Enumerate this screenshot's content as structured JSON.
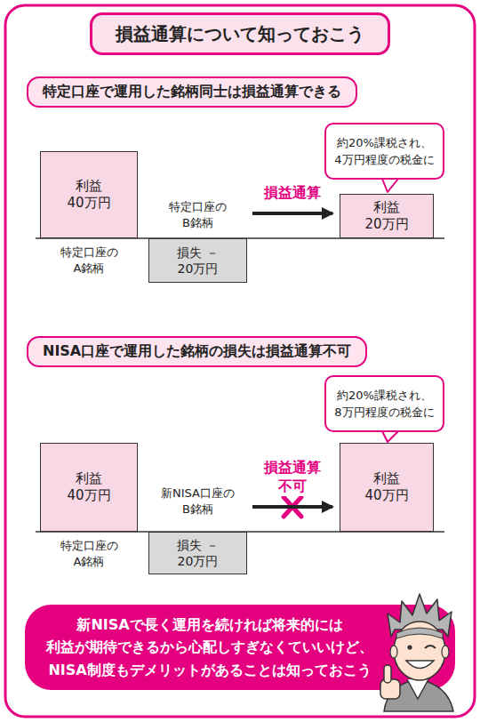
{
  "diagram": {
    "title": "損益通算について知っておこう",
    "nodes": [
      {
        "text": [
          "特定口座で運用した銘柄同士は損益通算できる"
        ]
      },
      {
        "text": [
          "約20%課税され、 4万円程度の税金に"
        ]
      },
      {
        "text": [
          "利益 40万円",
          "特定口座の A銘柄"
        ]
      },
      {
        "text": [
          "特定口座の B銘柄",
          "損失 －20万円"
        ]
      },
      {
        "text": [
          "利益 20万円"
        ]
      },
      {
        "text": [
          "NISA口座で運用した銘柄の損失は損益通算不可"
        ]
      },
      {
        "text": [
          "約20%課税され、 8万円程度の税金に"
        ]
      },
      {
        "text": [
          "利益 40万円",
          "特定口座の A銘柄"
        ]
      },
      {
        "text": [
          "新NISA口座の B銘柄",
          "損失 －20万円"
        ]
      },
      {
        "text": [
          "利益 40万円"
        ]
      },
      {
        "text": [
          "新NISAで長く運用を続ければ将来的には 利益が期待できるから心配しすぎなくていいけど、 NISA制度もデメリットがあることは知っておこう"
        ]
      }
    ],
    "edges": [
      {
        "from": 3,
        "to": 4,
        "arrow": "to",
        "label": "損益通算"
      },
      {
        "from": 8,
        "to": 9,
        "arrow": "to",
        "label": "損益通算 不可"
      }
    ]
  }
}
